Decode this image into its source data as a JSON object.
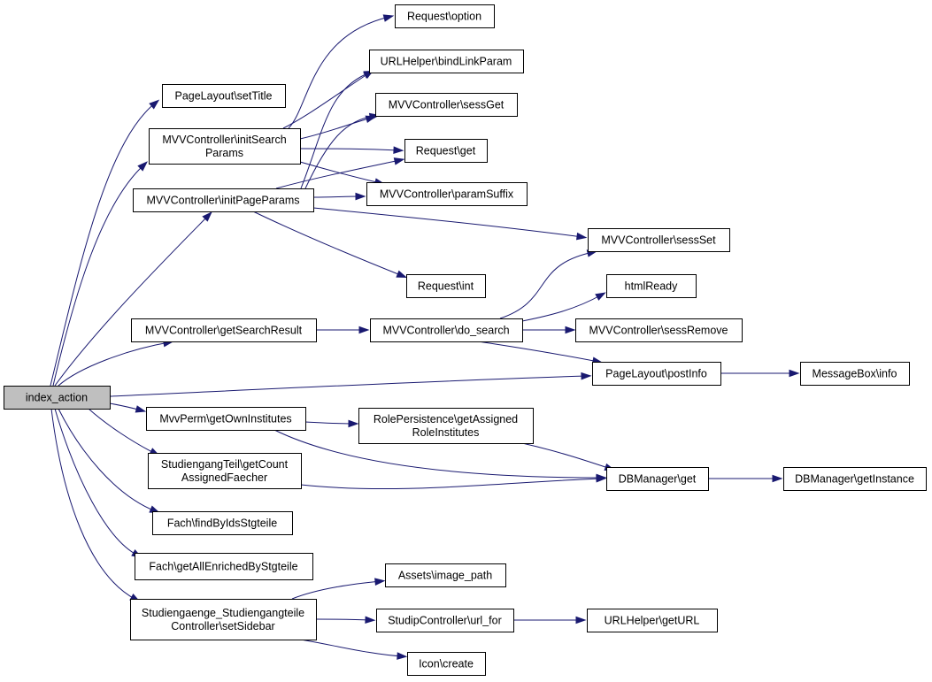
{
  "nodes": [
    {
      "id": "index_action",
      "lines": [
        "index_action"
      ],
      "root": true
    },
    {
      "id": "setTitle",
      "lines": [
        "PageLayout\\setTitle"
      ]
    },
    {
      "id": "initSearchParams",
      "lines": [
        "MVVController\\initSearch",
        "Params"
      ]
    },
    {
      "id": "initPageParams",
      "lines": [
        "MVVController\\initPageParams"
      ]
    },
    {
      "id": "getSearchResult",
      "lines": [
        "MVVController\\getSearchResult"
      ]
    },
    {
      "id": "getOwnInstitutes",
      "lines": [
        "MvvPerm\\getOwnInstitutes"
      ]
    },
    {
      "id": "getCountAssignedFaecher",
      "lines": [
        "StudiengangTeil\\getCount",
        "AssignedFaecher"
      ]
    },
    {
      "id": "findByIdsStgteile",
      "lines": [
        "Fach\\findByIdsStgteile"
      ]
    },
    {
      "id": "getAllEnrichedByStgteile",
      "lines": [
        "Fach\\getAllEnrichedByStgteile"
      ]
    },
    {
      "id": "setSidebar",
      "lines": [
        "Studiengaenge_Studiengangteile",
        "Controller\\setSidebar"
      ]
    },
    {
      "id": "requestOption",
      "lines": [
        "Request\\option"
      ]
    },
    {
      "id": "bindLinkParam",
      "lines": [
        "URLHelper\\bindLinkParam"
      ]
    },
    {
      "id": "sessGet",
      "lines": [
        "MVVController\\sessGet"
      ]
    },
    {
      "id": "requestGet",
      "lines": [
        "Request\\get"
      ]
    },
    {
      "id": "paramSuffix",
      "lines": [
        "MVVController\\paramSuffix"
      ]
    },
    {
      "id": "sessSet",
      "lines": [
        "MVVController\\sessSet"
      ]
    },
    {
      "id": "requestInt",
      "lines": [
        "Request\\int"
      ]
    },
    {
      "id": "htmlReady",
      "lines": [
        "htmlReady"
      ]
    },
    {
      "id": "doSearch",
      "lines": [
        "MVVController\\do_search"
      ]
    },
    {
      "id": "sessRemove",
      "lines": [
        "MVVController\\sessRemove"
      ]
    },
    {
      "id": "postInfo",
      "lines": [
        "PageLayout\\postInfo"
      ]
    },
    {
      "id": "messageBoxInfo",
      "lines": [
        "MessageBox\\info"
      ]
    },
    {
      "id": "getAssignedRoleInstitutes",
      "lines": [
        "RolePersistence\\getAssigned",
        "RoleInstitutes"
      ]
    },
    {
      "id": "dbGet",
      "lines": [
        "DBManager\\get"
      ]
    },
    {
      "id": "getInstance",
      "lines": [
        "DBManager\\getInstance"
      ]
    },
    {
      "id": "imagePath",
      "lines": [
        "Assets\\image_path"
      ]
    },
    {
      "id": "urlFor",
      "lines": [
        "StudipController\\url_for"
      ]
    },
    {
      "id": "getURL",
      "lines": [
        "URLHelper\\getURL"
      ]
    },
    {
      "id": "iconCreate",
      "lines": [
        "Icon\\create"
      ]
    }
  ],
  "edges": [
    [
      "index_action",
      "setTitle"
    ],
    [
      "index_action",
      "initSearchParams"
    ],
    [
      "index_action",
      "initPageParams"
    ],
    [
      "index_action",
      "getSearchResult"
    ],
    [
      "index_action",
      "postInfo"
    ],
    [
      "index_action",
      "getOwnInstitutes"
    ],
    [
      "index_action",
      "getCountAssignedFaecher"
    ],
    [
      "index_action",
      "findByIdsStgteile"
    ],
    [
      "index_action",
      "getAllEnrichedByStgteile"
    ],
    [
      "index_action",
      "setSidebar"
    ],
    [
      "initSearchParams",
      "requestOption"
    ],
    [
      "initSearchParams",
      "bindLinkParam"
    ],
    [
      "initSearchParams",
      "sessGet"
    ],
    [
      "initSearchParams",
      "requestGet"
    ],
    [
      "initSearchParams",
      "paramSuffix"
    ],
    [
      "initPageParams",
      "bindLinkParam"
    ],
    [
      "initPageParams",
      "sessGet"
    ],
    [
      "initPageParams",
      "requestGet"
    ],
    [
      "initPageParams",
      "paramSuffix"
    ],
    [
      "initPageParams",
      "sessSet"
    ],
    [
      "initPageParams",
      "requestInt"
    ],
    [
      "getSearchResult",
      "doSearch"
    ],
    [
      "doSearch",
      "sessSet"
    ],
    [
      "doSearch",
      "htmlReady"
    ],
    [
      "doSearch",
      "sessRemove"
    ],
    [
      "doSearch",
      "postInfo"
    ],
    [
      "postInfo",
      "messageBoxInfo"
    ],
    [
      "getOwnInstitutes",
      "getAssignedRoleInstitutes"
    ],
    [
      "getOwnInstitutes",
      "dbGet"
    ],
    [
      "getAssignedRoleInstitutes",
      "dbGet"
    ],
    [
      "getCountAssignedFaecher",
      "dbGet"
    ],
    [
      "dbGet",
      "getInstance"
    ],
    [
      "setSidebar",
      "imagePath"
    ],
    [
      "setSidebar",
      "urlFor"
    ],
    [
      "setSidebar",
      "iconCreate"
    ],
    [
      "urlFor",
      "getURL"
    ]
  ]
}
